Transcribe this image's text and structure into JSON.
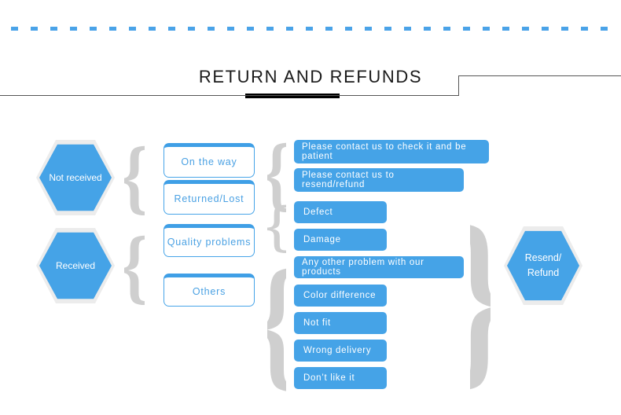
{
  "page": {
    "title": "RETURN  AND  REFUNDS",
    "accent_blue": "#45a3e7",
    "outline_blue": "#47a4e8",
    "text_blue": "#4aa1e3",
    "brace_gray": "#cfcfcf",
    "rule_gray": "#555555",
    "underline_black": "#000000"
  },
  "stages": {
    "not_received": "Not  received",
    "received": "Received",
    "outcome_line1": "Resend/",
    "outcome_line2": "Refund"
  },
  "categories": [
    {
      "label": "On  the  way"
    },
    {
      "label": "Returned/Lost"
    },
    {
      "label": "Quality  problems"
    },
    {
      "label": "Others"
    }
  ],
  "resolutions": [
    {
      "label": "Please  contact  us  to  check  it  and  be  patient",
      "align": "center"
    },
    {
      "label": "Please  contact  us  to  resend/refund",
      "align": "center"
    },
    {
      "label": "Defect",
      "align": "left"
    },
    {
      "label": "Damage",
      "align": "left"
    },
    {
      "label": "Any  other  problem  with  our  products",
      "align": "center"
    },
    {
      "label": "Color  difference",
      "align": "left"
    },
    {
      "label": "Not  fit",
      "align": "left"
    },
    {
      "label": "Wrong  delivery",
      "align": "left"
    },
    {
      "label": "Don’t  like  it",
      "align": "left"
    }
  ],
  "icons": {
    "brace_left": "{",
    "brace_right": "}"
  }
}
